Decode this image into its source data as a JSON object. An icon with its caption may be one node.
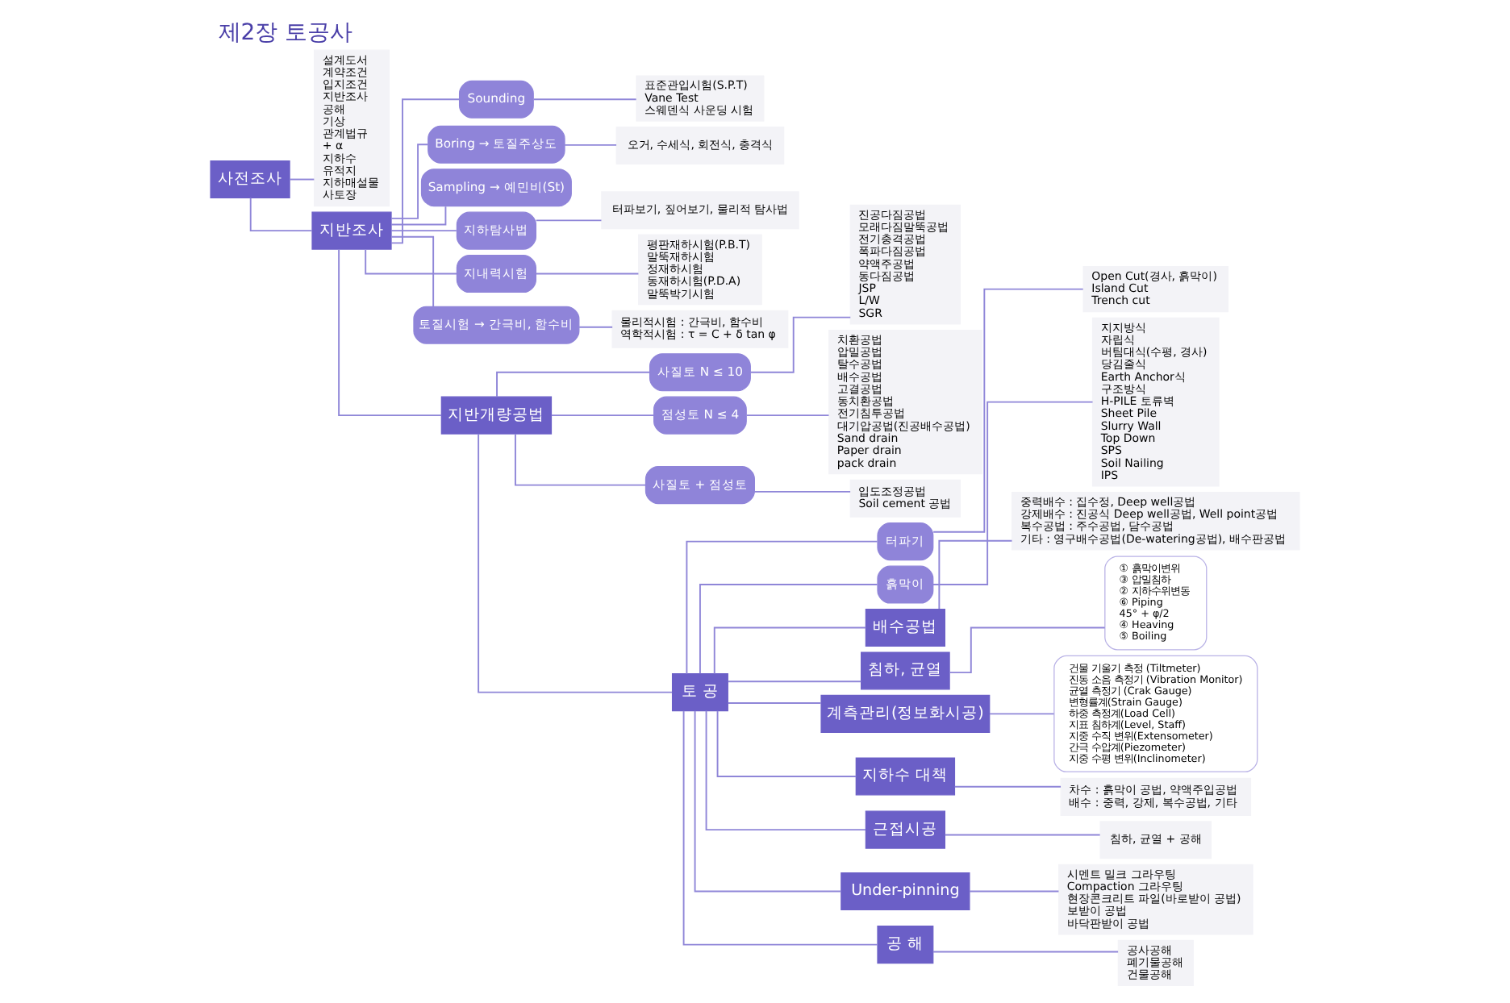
{
  "diagram": {
    "title": "제2장 토공사",
    "nodes": [
      {
        "text": [
          "사전조사"
        ]
      },
      {
        "text": [
          "설계도서",
          "계약조건",
          "입지조건",
          "지반조사",
          "공해",
          "기상",
          "관계법규",
          "+ α",
          "지하수",
          "유적지",
          "지하매설물",
          "사토장"
        ]
      },
      {
        "text": [
          "지반조사"
        ]
      },
      {
        "text": [
          "Sounding"
        ]
      },
      {
        "text": [
          "표준관입시험(S.P.T)",
          "Vane Test",
          "스웨덴식 사운딩 시험"
        ]
      },
      {
        "text": [
          "Boring → 토질주상도"
        ]
      },
      {
        "text": [
          "오거, 수세식, 회전식, 충격식"
        ]
      },
      {
        "text": [
          "Sampling → 예민비(St)"
        ]
      },
      {
        "text": [
          "지하탐사법"
        ]
      },
      {
        "text": [
          "터파보기, 짚어보기, 물리적 탐사법"
        ]
      },
      {
        "text": [
          "지내력시험"
        ]
      },
      {
        "text": [
          "평판재하시험(P.B.T)",
          "말뚝재하시험",
          "정재하시험",
          "동재하시험(P.D.A)",
          "말뚝박기시험"
        ]
      },
      {
        "text": [
          "토질시험 → 간극비, 함수비"
        ]
      },
      {
        "text": [
          "물리적시험 : 간극비, 함수비",
          "역학적시험 : τ = C + δ tan φ"
        ]
      },
      {
        "text": [
          "지반개량공법"
        ]
      },
      {
        "text": [
          "사질토 N ≤ 10"
        ]
      },
      {
        "text": [
          "진공다짐공법",
          "모래다짐말뚝공법",
          "전기충격공법",
          "폭파다짐공법",
          "약액주공법",
          "동다짐공법",
          "JSP",
          "L/W",
          "SGR"
        ]
      },
      {
        "text": [
          "점성토 N ≤ 4"
        ]
      },
      {
        "text": [
          "치환공법",
          "압밀공법",
          "탈수공법",
          "배수공법",
          "고결공법",
          "동치환공법",
          "전기침투공법",
          "대기압공법(진공배수공법)",
          "Sand drain",
          "Paper drain",
          "pack drain"
        ]
      },
      {
        "text": [
          "사질토 + 점성토"
        ]
      },
      {
        "text": [
          "입도조정공법",
          "Soil cement 공법"
        ]
      },
      {
        "text": [
          "토 공"
        ]
      },
      {
        "text": [
          "터파기"
        ]
      },
      {
        "text": [
          "Open Cut(경사, 흙막이)",
          "Island Cut",
          "Trench cut"
        ]
      },
      {
        "text": [
          "흙막이"
        ]
      },
      {
        "text": [
          "지지방식",
          "자립식",
          "버팀대식(수평, 경사)",
          "당김줄식",
          "Earth Anchor식",
          "구조방식",
          "H-PILE 토류벽",
          "Sheet Pile",
          "Slurry Wall",
          "Top Down",
          "SPS",
          "Soil Nailing",
          "IPS"
        ]
      },
      {
        "text": [
          "배수공법"
        ]
      },
      {
        "text": [
          "중력배수 : 집수정, Deep well공법",
          "강제배수 : 진공식 Deep well공법, Well point공법",
          "복수공법 : 주수공법, 담수공법",
          "기타 : 영구배수공법(De-watering공법), 배수판공법"
        ]
      },
      {
        "text": [
          "침하, 균열"
        ]
      },
      {
        "text": [
          "① 흙막이변위",
          "③ 압밀침하",
          "② 지하수위변동",
          "⑥ Piping",
          "45° + φ/2",
          "④ Heaving",
          "⑤ Boiling"
        ]
      },
      {
        "text": [
          "계측관리(정보화시공)"
        ]
      },
      {
        "text": [
          "건물 기울기 측정 (Tiltmeter)",
          "진동 소음 측정기 (Vibration Monitor)",
          "균열 측정기 (Crak Gauge)",
          "변형률계(Strain Gauge)",
          "하중 측정계(Load Cell)",
          "지표 침하계(Level, Staff)",
          "지중 수직 변위(Extensometer)",
          "간극 수압계(Piezometer)",
          "지중 수평 변위(Inclinometer)"
        ]
      },
      {
        "text": [
          "지하수 대책"
        ]
      },
      {
        "text": [
          "차수 : 흙막이 공법, 약액주입공법",
          "배수 : 중력, 강제, 복수공법, 기타"
        ]
      },
      {
        "text": [
          "근접시공"
        ]
      },
      {
        "text": [
          "침하, 균열 + 공해"
        ]
      },
      {
        "text": [
          "Under-pinning"
        ]
      },
      {
        "text": [
          "시멘트 밀크 그라우팅",
          "Compaction 그라우팅",
          "현장콘크리트 파일(바로받이 공법)",
          "보받이 공법",
          "바닥판받이 공법"
        ]
      },
      {
        "text": [
          "공 해"
        ]
      },
      {
        "text": [
          "공사공해",
          "폐기물공해",
          "건물공해"
        ]
      }
    ],
    "edges": [
      {
        "from": 0,
        "to": 1,
        "arrow": "none"
      },
      {
        "from": 0,
        "to": 2,
        "arrow": "none"
      },
      {
        "from": 2,
        "to": 14,
        "arrow": "none"
      },
      {
        "from": 14,
        "to": 21,
        "arrow": "none"
      },
      {
        "from": 2,
        "to": 3,
        "arrow": "none"
      },
      {
        "from": 3,
        "to": 4,
        "arrow": "none"
      },
      {
        "from": 2,
        "to": 5,
        "arrow": "none"
      },
      {
        "from": 5,
        "to": 6,
        "arrow": "none"
      },
      {
        "from": 2,
        "to": 7,
        "arrow": "none"
      },
      {
        "from": 2,
        "to": 8,
        "arrow": "none"
      },
      {
        "from": 8,
        "to": 9,
        "arrow": "none"
      },
      {
        "from": 2,
        "to": 10,
        "arrow": "none"
      },
      {
        "from": 10,
        "to": 11,
        "arrow": "none"
      },
      {
        "from": 2,
        "to": 12,
        "arrow": "none"
      },
      {
        "from": 12,
        "to": 13,
        "arrow": "none"
      },
      {
        "from": 14,
        "to": 15,
        "arrow": "none"
      },
      {
        "from": 15,
        "to": 16,
        "arrow": "none"
      },
      {
        "from": 14,
        "to": 17,
        "arrow": "none"
      },
      {
        "from": 17,
        "to": 18,
        "arrow": "none"
      },
      {
        "from": 14,
        "to": 19,
        "arrow": "none"
      },
      {
        "from": 19,
        "to": 20,
        "arrow": "none"
      },
      {
        "from": 21,
        "to": 22,
        "arrow": "none"
      },
      {
        "from": 22,
        "to": 23,
        "arrow": "none"
      },
      {
        "from": 21,
        "to": 24,
        "arrow": "none"
      },
      {
        "from": 24,
        "to": 25,
        "arrow": "none"
      },
      {
        "from": 21,
        "to": 26,
        "arrow": "none"
      },
      {
        "from": 26,
        "to": 27,
        "arrow": "none"
      },
      {
        "from": 21,
        "to": 28,
        "arrow": "none"
      },
      {
        "from": 28,
        "to": 29,
        "arrow": "none"
      },
      {
        "from": 21,
        "to": 30,
        "arrow": "none"
      },
      {
        "from": 30,
        "to": 31,
        "arrow": "none"
      },
      {
        "from": 21,
        "to": 32,
        "arrow": "none"
      },
      {
        "from": 32,
        "to": 33,
        "arrow": "none"
      },
      {
        "from": 21,
        "to": 34,
        "arrow": "none"
      },
      {
        "from": 34,
        "to": 35,
        "arrow": "none"
      },
      {
        "from": 21,
        "to": 36,
        "arrow": "none"
      },
      {
        "from": 36,
        "to": 37,
        "arrow": "none"
      },
      {
        "from": 21,
        "to": 38,
        "arrow": "none"
      },
      {
        "from": 38,
        "to": 39,
        "arrow": "none"
      }
    ]
  }
}
